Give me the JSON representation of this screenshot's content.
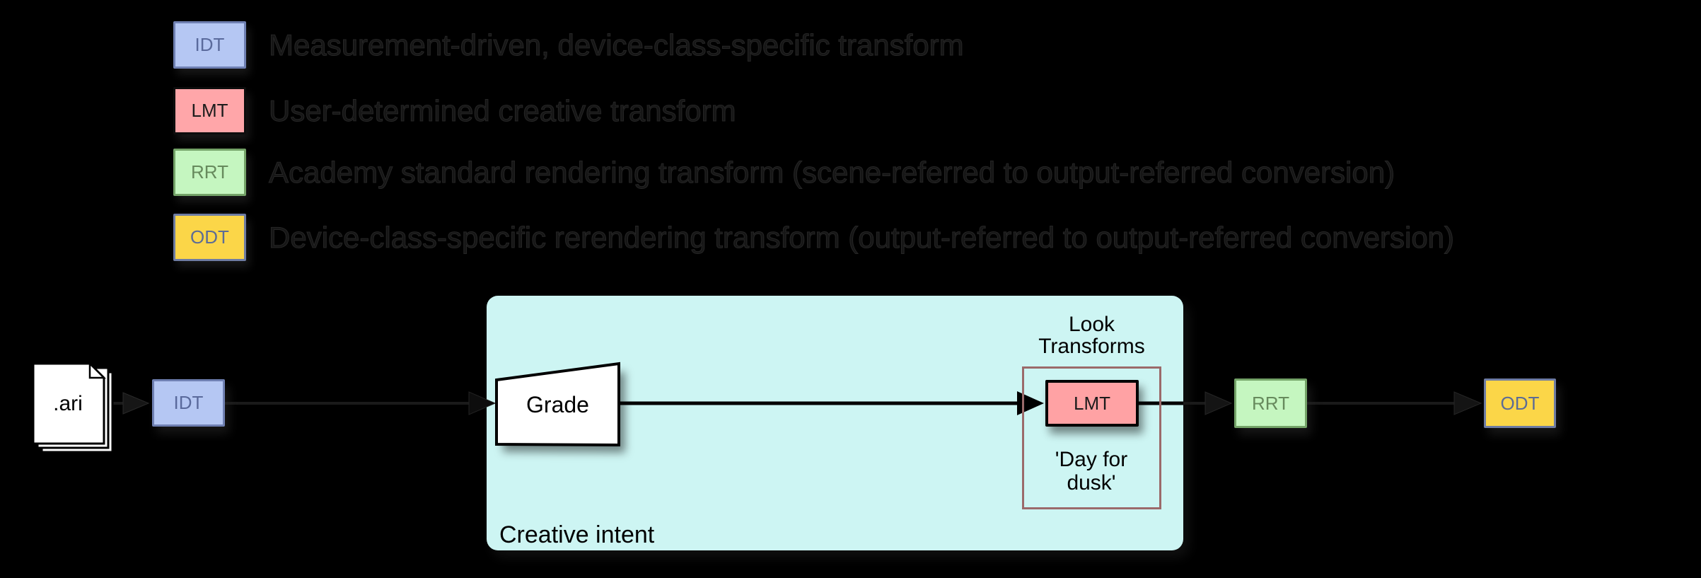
{
  "legend": {
    "items": [
      {
        "code": "IDT",
        "description": "Measurement-driven, device-class-specific transform"
      },
      {
        "code": "LMT",
        "description": "User-determined creative transform"
      },
      {
        "code": "RRT",
        "description": "Academy standard rendering transform (scene-referred to output-referred conversion)"
      },
      {
        "code": "ODT",
        "description": "Device-class-specific rerendering transform (output-referred to output-referred conversion)"
      }
    ]
  },
  "pipeline": {
    "source_file_label": ".ari",
    "idt_label": "IDT",
    "grade_label": "Grade",
    "creative_panel_label": "Creative intent",
    "look_transforms_title": "Look Transforms",
    "lmt_label": "LMT",
    "lmt_note": "'Day for dusk'",
    "rrt_label": "RRT",
    "odt_label": "ODT"
  },
  "colors": {
    "background": "#000000",
    "idt_fill": "#b5c7f3",
    "idt_border": "#6f80b2",
    "lmt_fill": "#ffa6a9",
    "lmt_border": "#000000",
    "rrt_fill": "#c5f6c0",
    "rrt_border": "#74a368",
    "odt_fill": "#fbd648",
    "odt_border": "#6e7ca3",
    "creative_panel_fill": "#cdf5f3",
    "look_box_border": "#9b6a6a",
    "connector_on_panel": "#000000",
    "connector_on_background": "#1a1a1a",
    "legend_text": "#161616"
  }
}
